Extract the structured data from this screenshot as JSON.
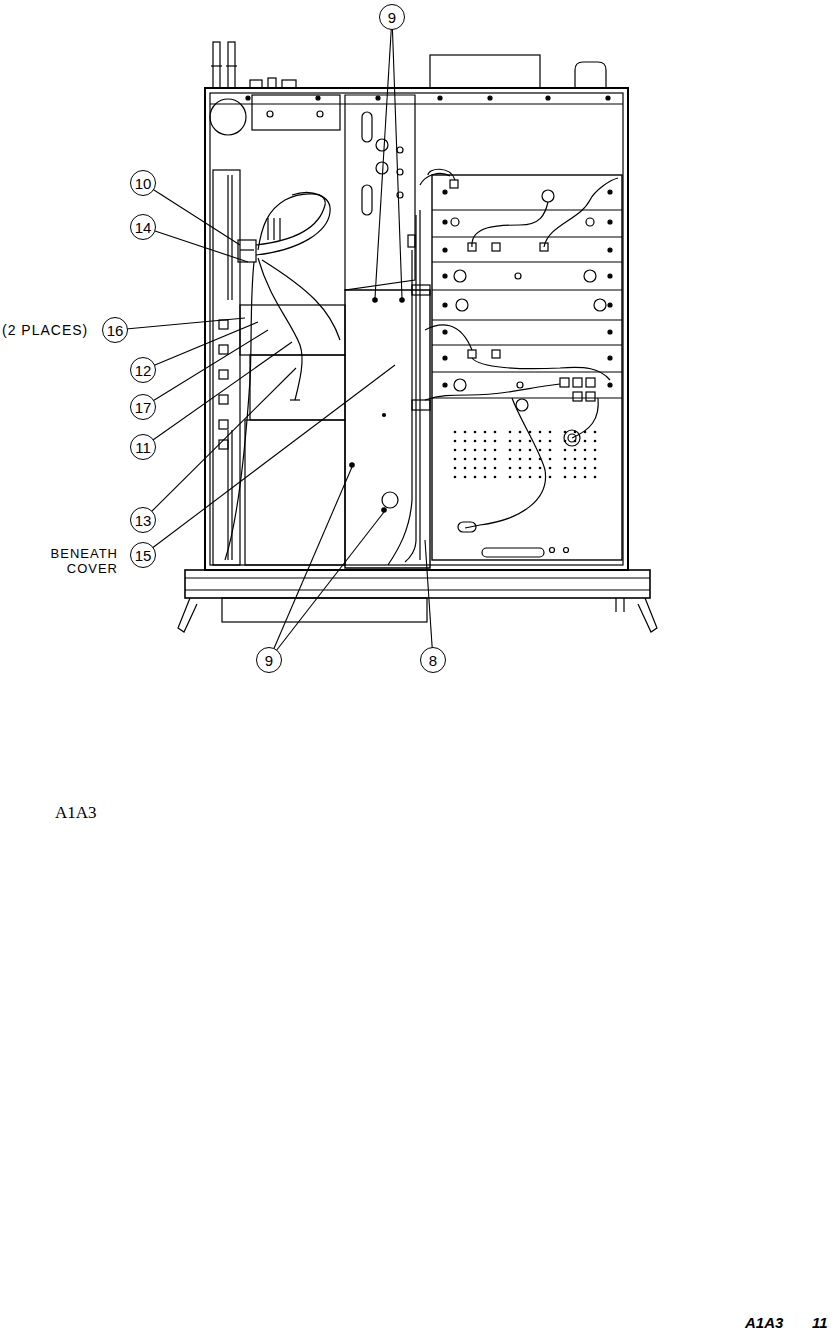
{
  "diagram": {
    "labels": [
      "9",
      "10",
      "14",
      "(2 PLACES)",
      "16",
      "12",
      "17",
      "11",
      "13",
      "BENEATH COVER",
      "15",
      "9",
      "8",
      "A1A3",
      "A1A3",
      "11"
    ]
  }
}
